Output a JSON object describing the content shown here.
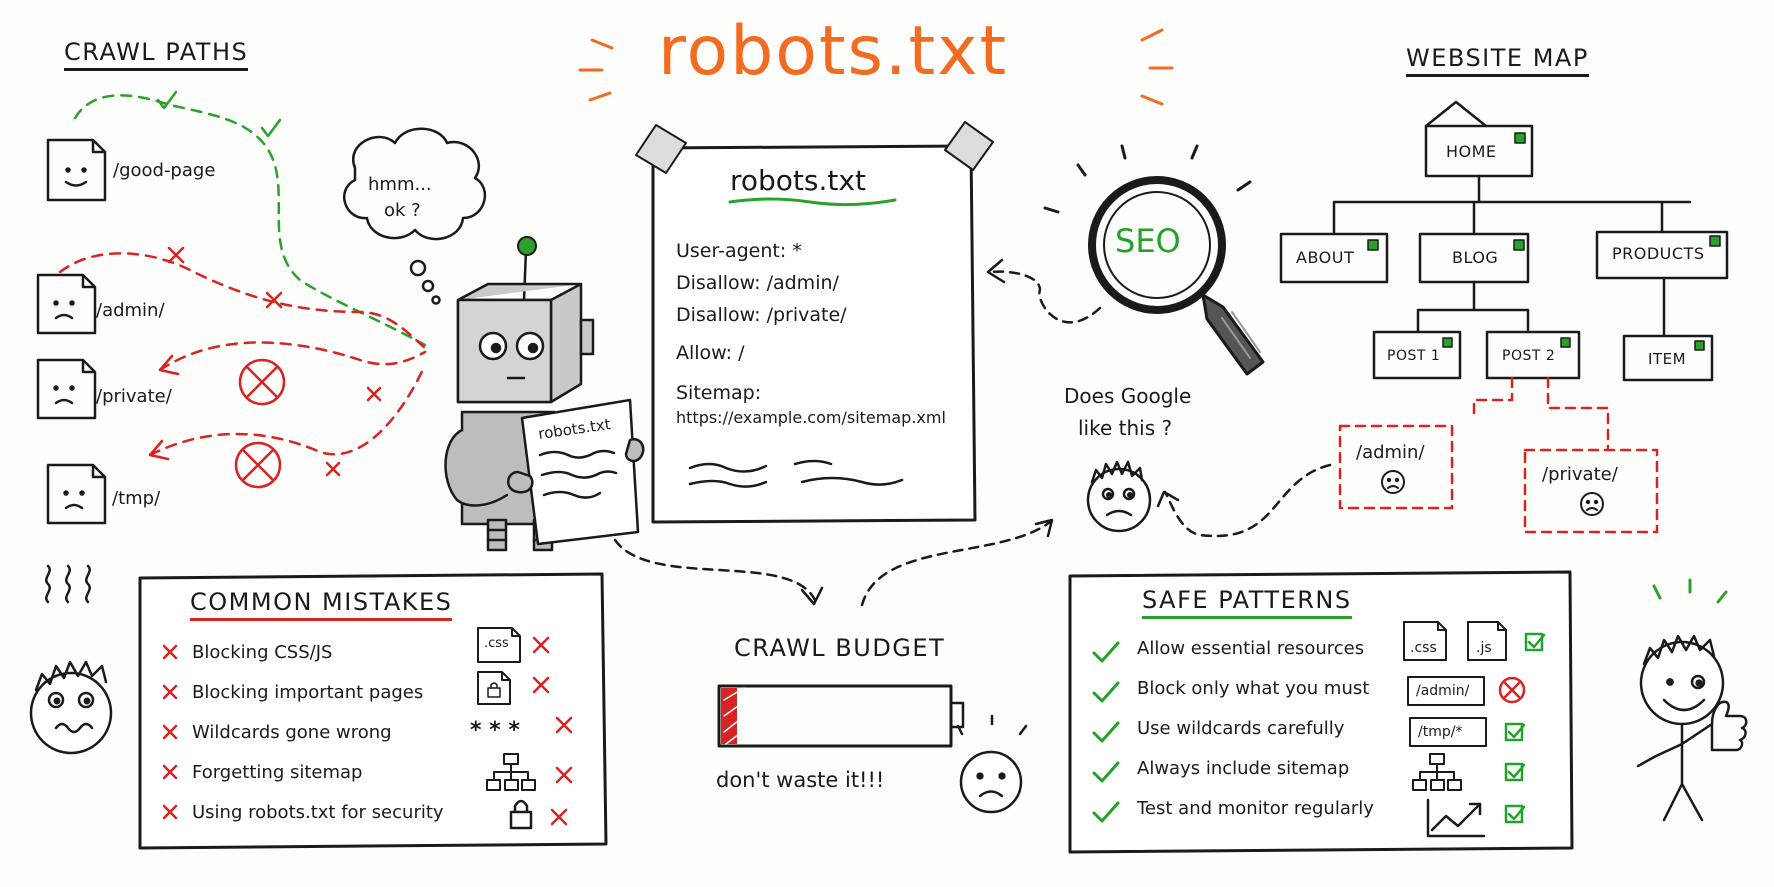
{
  "title": "robots.txt",
  "crawl_paths": {
    "heading": "CRAWL PATHS",
    "pages": [
      "/good-page",
      "/admin/",
      "/private/",
      "/tmp/"
    ]
  },
  "thought": [
    "hmm...",
    "ok ?"
  ],
  "robot_paper": "robots.txt",
  "file_card": {
    "title": "robots.txt",
    "lines": [
      "User-agent: *",
      "Disallow: /admin/",
      "Disallow: /private/",
      "Allow: /",
      "Sitemap:",
      "https://example.com/sitemap.xml"
    ]
  },
  "seo": {
    "label": "SEO",
    "question": [
      "Does Google",
      "like this ?"
    ]
  },
  "website_map": {
    "heading": "WEBSITE MAP",
    "nodes": [
      "HOME",
      "ABOUT",
      "BLOG",
      "PRODUCTS",
      "POST 1",
      "POST 2",
      "ITEM"
    ],
    "blocked": [
      "/admin/",
      "/private/"
    ]
  },
  "common_mistakes": {
    "heading": "COMMON MISTAKES",
    "items": [
      "Blocking CSS/JS",
      "Blocking important pages",
      "Wildcards gone wrong",
      "Forgetting sitemap",
      "Using robots.txt for security"
    ],
    "tags": [
      ".css",
      "* * *"
    ]
  },
  "crawl_budget": {
    "heading": "CRAWL BUDGET",
    "caption": "don't waste it!!!",
    "fill": 0.07
  },
  "safe_patterns": {
    "heading": "SAFE PATTERNS",
    "items": [
      "Allow essential resources",
      "Block only what you must",
      "Use wildcards carefully",
      "Always include sitemap",
      "Test and monitor regularly"
    ],
    "tags": [
      ".css",
      ".js",
      "/admin/",
      "/tmp/*"
    ]
  },
  "colors": {
    "accent": "#f26b21",
    "red": "#d92323",
    "green": "#2aa12a",
    "ink": "#1a1a1a"
  }
}
